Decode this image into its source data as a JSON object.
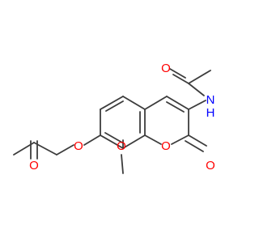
{
  "colors": {
    "bond": "#3c3c3c",
    "oxygen": "#ff0000",
    "nitrogen": "#0000ff",
    "background": "#ffffff"
  },
  "atoms": {
    "o_ketone": "O",
    "o_ether": "O",
    "o_methoxy": "O",
    "o_ring": "O",
    "o_lactone": "O",
    "n_amide": "N",
    "h_amide": "H",
    "o_acetyl": "O"
  }
}
